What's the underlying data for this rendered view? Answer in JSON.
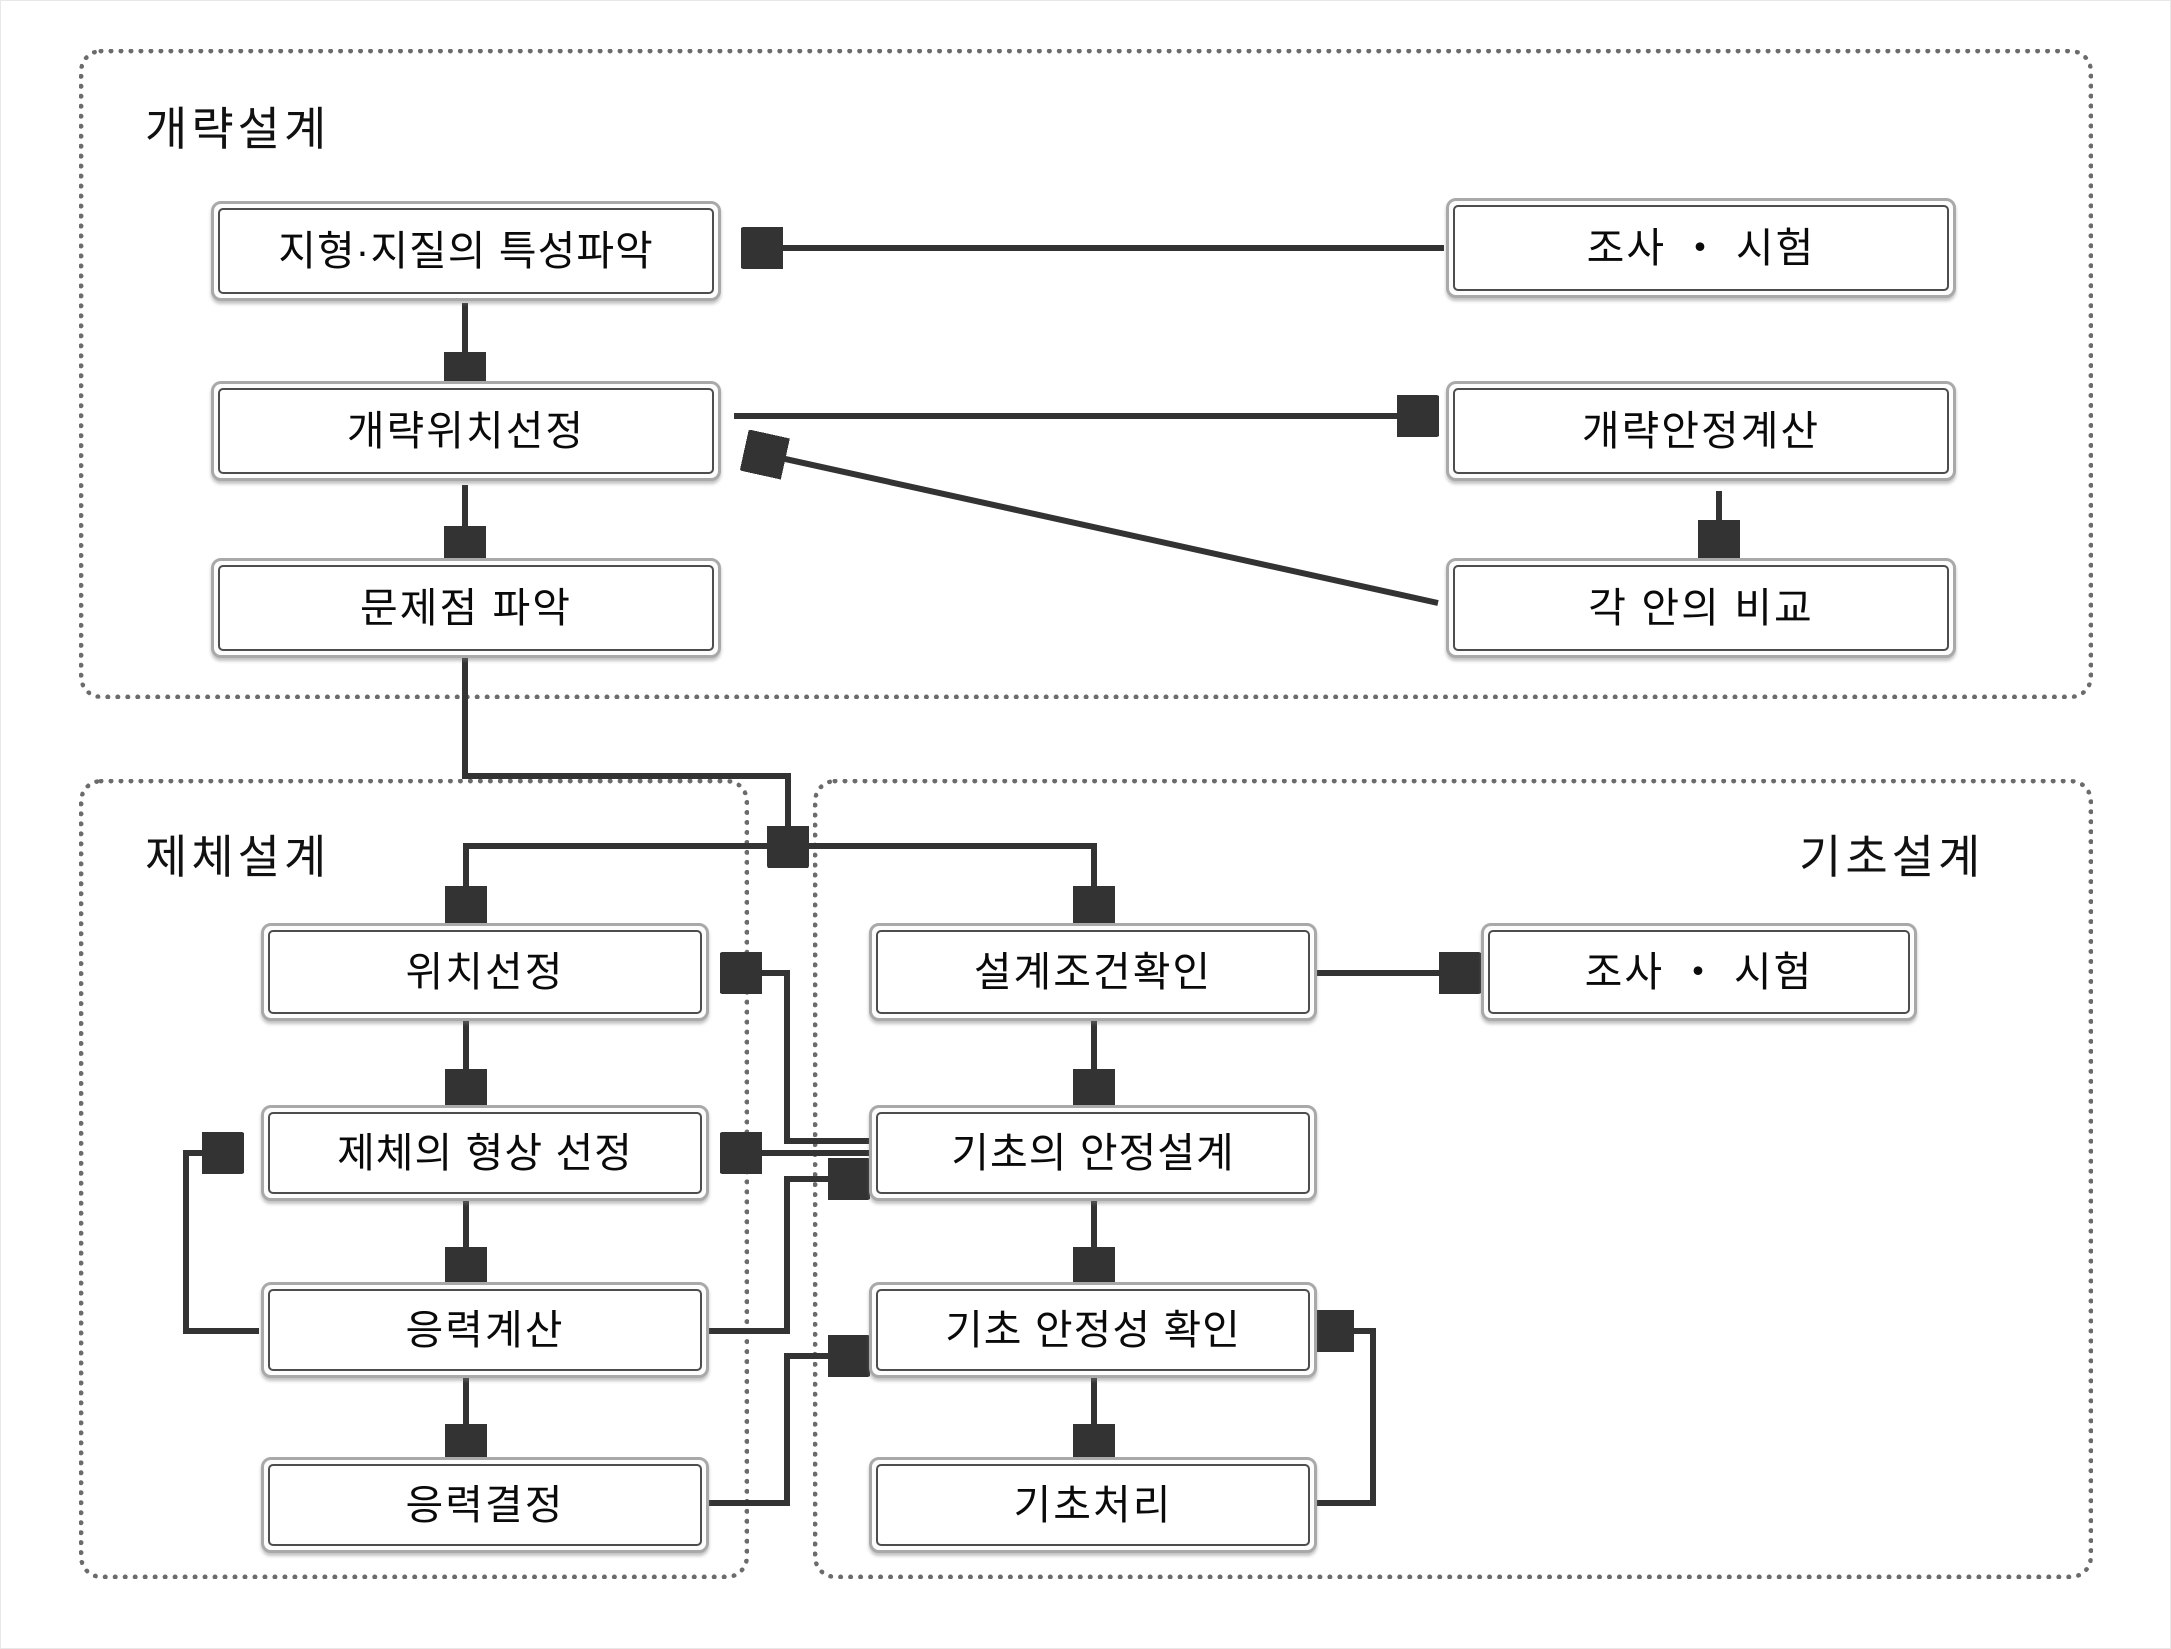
{
  "diagram": {
    "title_present": false,
    "groups": [
      {
        "id": "preliminary",
        "label": "개략설계"
      },
      {
        "id": "embankment",
        "label": "제체설계"
      },
      {
        "id": "foundation",
        "label": "기초설계"
      }
    ],
    "nodes": [
      {
        "id": "n1",
        "group": "preliminary",
        "label": "지형·지질의 특성파악"
      },
      {
        "id": "n2",
        "group": "preliminary",
        "label": "개략위치선정"
      },
      {
        "id": "n3",
        "group": "preliminary",
        "label": "문제점 파악"
      },
      {
        "id": "n4",
        "group": "preliminary",
        "label": "조사 ・ 시험"
      },
      {
        "id": "n5",
        "group": "preliminary",
        "label": "개략안정계산"
      },
      {
        "id": "n6",
        "group": "preliminary",
        "label": "각 안의 비교"
      },
      {
        "id": "n7",
        "group": "embankment",
        "label": "위치선정"
      },
      {
        "id": "n8",
        "group": "embankment",
        "label": "제체의 형상 선정"
      },
      {
        "id": "n9",
        "group": "embankment",
        "label": "응력계산"
      },
      {
        "id": "n10",
        "group": "embankment",
        "label": "응력결정"
      },
      {
        "id": "n11",
        "group": "foundation",
        "label": "설계조건확인"
      },
      {
        "id": "n12",
        "group": "foundation",
        "label": "기초의 안정설계"
      },
      {
        "id": "n13",
        "group": "foundation",
        "label": "기초 안정성 확인"
      },
      {
        "id": "n14",
        "group": "foundation",
        "label": "기초처리"
      },
      {
        "id": "n15",
        "group": "foundation",
        "label": "조사 ・ 시험"
      }
    ],
    "edges": [
      {
        "from": "n4",
        "to": "n1",
        "kind": "arrow"
      },
      {
        "from": "n1",
        "to": "n2",
        "kind": "arrow"
      },
      {
        "from": "n2",
        "to": "n5",
        "kind": "arrow"
      },
      {
        "from": "n5",
        "to": "n6",
        "kind": "arrow"
      },
      {
        "from": "n6",
        "to": "n2",
        "kind": "arrow-diagonal"
      },
      {
        "from": "n2",
        "to": "n3",
        "kind": "arrow"
      },
      {
        "from": "n3",
        "to": "n7",
        "kind": "arrow-split"
      },
      {
        "from": "n3",
        "to": "n11",
        "kind": "arrow-split"
      },
      {
        "from": "n7",
        "to": "n8",
        "kind": "arrow"
      },
      {
        "from": "n8",
        "to": "n9",
        "kind": "arrow"
      },
      {
        "from": "n9",
        "to": "n10",
        "kind": "arrow"
      },
      {
        "from": "n9",
        "to": "n8",
        "kind": "arrow-feedback-left"
      },
      {
        "from": "n11",
        "to": "n15",
        "kind": "arrow-bidirectional"
      },
      {
        "from": "n11",
        "to": "n12",
        "kind": "arrow"
      },
      {
        "from": "n12",
        "to": "n13",
        "kind": "arrow"
      },
      {
        "from": "n13",
        "to": "n14",
        "kind": "arrow"
      },
      {
        "from": "n14",
        "to": "n13",
        "kind": "arrow-feedback-right"
      },
      {
        "from": "n12",
        "to": "n7",
        "kind": "arrow"
      },
      {
        "from": "n12",
        "to": "n8",
        "kind": "arrow"
      },
      {
        "from": "n9",
        "to": "n12",
        "kind": "arrow"
      },
      {
        "from": "n10",
        "to": "n13",
        "kind": "arrow"
      }
    ],
    "colors": {
      "background": "#ffffff",
      "group_border": "#6b6b6b",
      "node_fill": "#ffffff",
      "node_border_inner": "#4d4d4d",
      "node_border_outer": "#a9a9a9",
      "connector": "#333333",
      "text": "#0a0a0a"
    }
  }
}
